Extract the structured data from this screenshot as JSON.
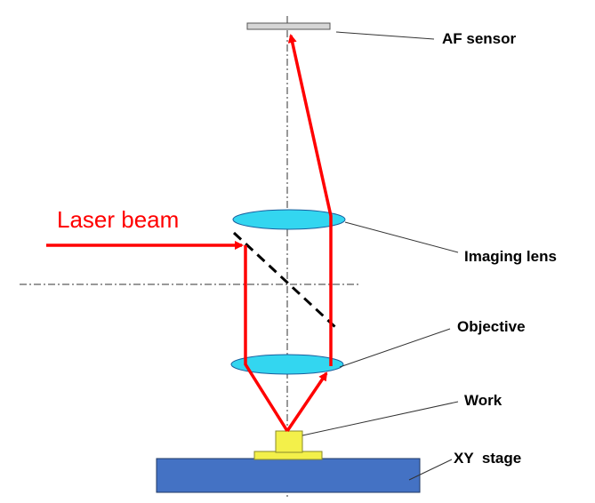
{
  "labels": {
    "laser_beam": "Laser beam",
    "af_sensor": "AF sensor",
    "imaging_lens": "Imaging lens",
    "objective": "Objective",
    "work": "Work",
    "xy_stage": "XY  stage"
  },
  "colors": {
    "laser": "#ff0000",
    "lens_fill": "#33d6f0",
    "lens_stroke": "#1a5f9e",
    "stage_fill": "#4472c4",
    "work_fill": "#f3f04a",
    "sensor_fill": "#d6d6d6",
    "axis": "#333333"
  }
}
